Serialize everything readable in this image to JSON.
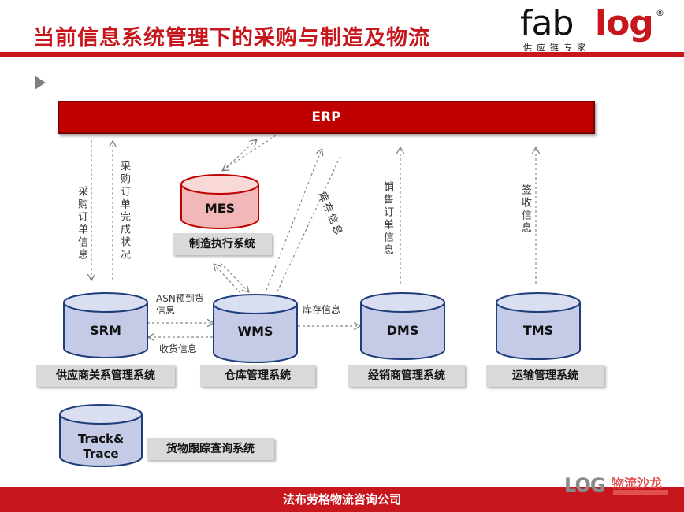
{
  "header": {
    "title": "当前信息系统管理下的采购与制造及物流",
    "logo": {
      "fab": "fab",
      "log": "log",
      "reg": "®",
      "subtitle": "供应链专家"
    }
  },
  "erp": {
    "label": "ERP"
  },
  "flows": {
    "purchase_order_info": "采购订单信息",
    "purchase_order_status": "采购订单完成状况",
    "inventory_info_diag": "库存信息",
    "sales_order_info": "销售订单信息",
    "receipt_info": "签收信息",
    "asn": "ASN预到货信息",
    "receiving_info": "收货信息",
    "inventory_info": "库存信息"
  },
  "systems": {
    "mes": {
      "code": "MES",
      "name": "制造执行系统"
    },
    "srm": {
      "code": "SRM",
      "name": "供应商关系管理系统"
    },
    "wms": {
      "code": "WMS",
      "name": "仓库管理系统"
    },
    "dms": {
      "code": "DMS",
      "name": "经销商管理系统"
    },
    "tms": {
      "code": "TMS",
      "name": "运输管理系统"
    },
    "track": {
      "code_line1": "Track&",
      "code_line2": "Trace",
      "name": "货物跟踪查询系统"
    }
  },
  "footer": {
    "company": "法布劳格物流咨询公司"
  },
  "watermark": {
    "log": "LOG",
    "cn": "物流沙龙"
  },
  "colors": {
    "brand_red": "#c8161d",
    "erp_red": "#c00000",
    "cylinder_blue": "#c5cbe6",
    "mes_pink": "#f2b8b8"
  }
}
